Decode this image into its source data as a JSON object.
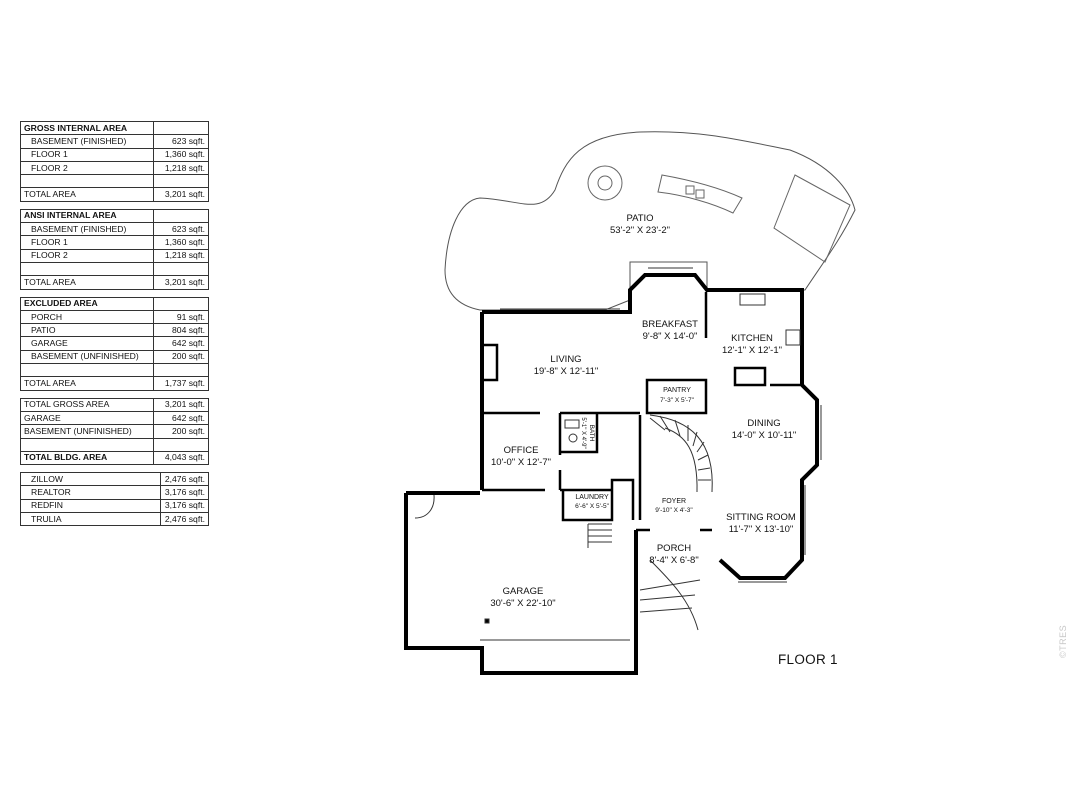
{
  "tables": [
    {
      "rows": [
        {
          "label": "GROSS INTERNAL AREA",
          "value": "",
          "header": true
        },
        {
          "label": "BASEMENT (FINISHED)",
          "value": "623 sqft.",
          "indent": true
        },
        {
          "label": "FLOOR 1",
          "value": "1,360 sqft.",
          "indent": true
        },
        {
          "label": "FLOOR 2",
          "value": "1,218 sqft.",
          "indent": true
        },
        {
          "label": "",
          "value": ""
        },
        {
          "label": "TOTAL AREA",
          "value": "3,201 sqft."
        }
      ]
    },
    {
      "rows": [
        {
          "label": "ANSI INTERNAL AREA",
          "value": "",
          "header": true
        },
        {
          "label": "BASEMENT (FINISHED)",
          "value": "623 sqft.",
          "indent": true
        },
        {
          "label": "FLOOR 1",
          "value": "1,360 sqft.",
          "indent": true
        },
        {
          "label": "FLOOR 2",
          "value": "1,218 sqft.",
          "indent": true
        },
        {
          "label": "",
          "value": ""
        },
        {
          "label": "TOTAL AREA",
          "value": "3,201 sqft."
        }
      ]
    },
    {
      "rows": [
        {
          "label": "EXCLUDED AREA",
          "value": "",
          "header": true
        },
        {
          "label": "PORCH",
          "value": "91 sqft.",
          "indent": true
        },
        {
          "label": "PATIO",
          "value": "804 sqft.",
          "indent": true
        },
        {
          "label": "GARAGE",
          "value": "642 sqft.",
          "indent": true
        },
        {
          "label": "BASEMENT (UNFINISHED)",
          "value": "200 sqft.",
          "indent": true
        },
        {
          "label": "",
          "value": ""
        },
        {
          "label": "TOTAL AREA",
          "value": "1,737 sqft."
        }
      ]
    },
    {
      "rows": [
        {
          "label": "TOTAL GROSS AREA",
          "value": "3,201 sqft."
        },
        {
          "label": "GARAGE",
          "value": "642 sqft."
        },
        {
          "label": "BASEMENT (UNFINISHED)",
          "value": "200 sqft."
        },
        {
          "label": "",
          "value": ""
        },
        {
          "label": "TOTAL BLDG. AREA",
          "value": "4,043 sqft.",
          "header": true
        }
      ]
    },
    {
      "rows": [
        {
          "label": "ZILLOW",
          "value": "2,476 sqft.",
          "indent": true
        },
        {
          "label": "REALTOR",
          "value": "3,176 sqft.",
          "indent": true
        },
        {
          "label": "REDFIN",
          "value": "3,176 sqft.",
          "indent": true
        },
        {
          "label": "TRULIA",
          "value": "2,476 sqft.",
          "indent": true
        }
      ]
    }
  ],
  "rooms": {
    "patio": {
      "name": "PATIO",
      "dims": "53'-2\" X 23'-2\""
    },
    "breakfast": {
      "name": "BREAKFAST",
      "dims": "9'-8\" X 14'-0\""
    },
    "kitchen": {
      "name": "KITCHEN",
      "dims": "12'-1\" X 12'-1\""
    },
    "living": {
      "name": "LIVING",
      "dims": "19'-8\" X 12'-11\""
    },
    "pantry": {
      "name": "PANTRY",
      "dims": "7'-3\" X 5'-7\""
    },
    "dining": {
      "name": "DINING",
      "dims": "14'-0\" X 10'-11\""
    },
    "office": {
      "name": "OFFICE",
      "dims": "10'-0\" X 12'-7\""
    },
    "bath": {
      "name": "BATH",
      "dims": "5'-1\" X 4'-9\""
    },
    "laundry": {
      "name": "LAUNDRY",
      "dims": "6'-6\" X 5'-5\""
    },
    "foyer": {
      "name": "FOYER",
      "dims": "9'-10\" X 4'-3\""
    },
    "sitting": {
      "name": "SITTING ROOM",
      "dims": "11'-7\" X 13'-10\""
    },
    "porch": {
      "name": "PORCH",
      "dims": "8'-4\" X 6'-8\""
    },
    "garage": {
      "name": "GARAGE",
      "dims": "30'-6\" X 22'-10\""
    }
  },
  "floor_title": "FLOOR 1",
  "watermark": "©TRES"
}
